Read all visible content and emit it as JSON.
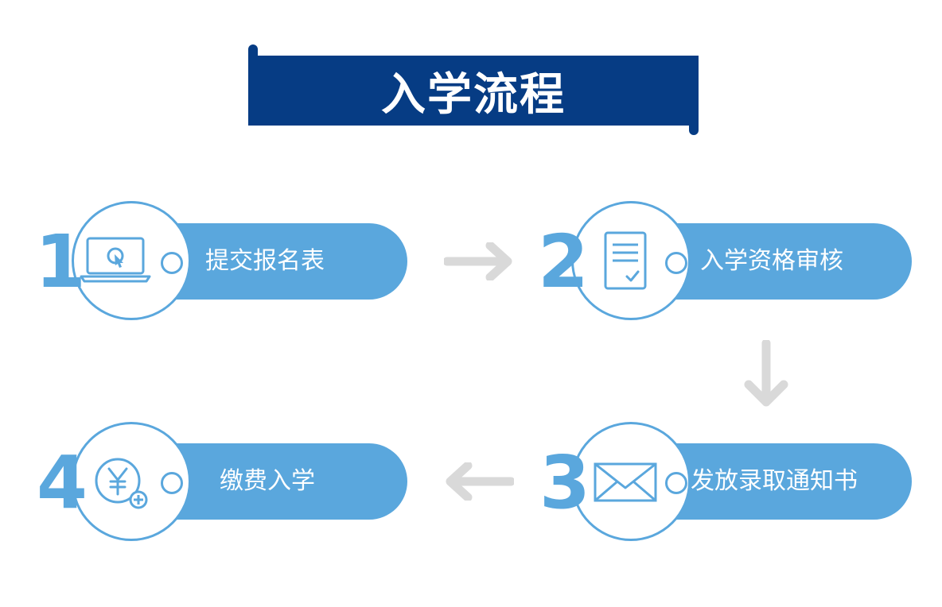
{
  "title": "入学流程",
  "colors": {
    "banner": "#063c84",
    "accent": "#5aa7dd",
    "arrow": "#d9d9d9"
  },
  "steps": [
    {
      "number": "1",
      "label": "提交报名表",
      "icon": "laptop-icon"
    },
    {
      "number": "2",
      "label": "入学资格审核",
      "icon": "document-check-icon"
    },
    {
      "number": "3",
      "label": "发放录取通知书",
      "icon": "envelope-icon"
    },
    {
      "number": "4",
      "label": "缴费入学",
      "icon": "yen-coin-icon"
    }
  ],
  "arrows": [
    "right",
    "down",
    "left"
  ]
}
